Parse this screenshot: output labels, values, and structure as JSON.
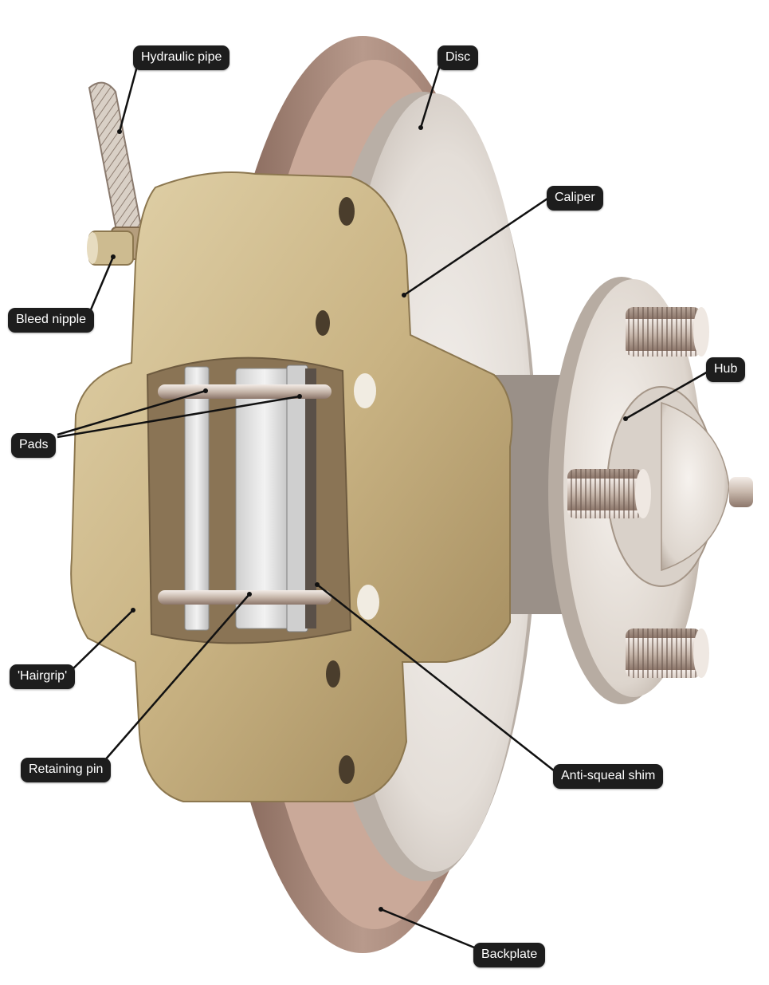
{
  "labels": {
    "hydraulic_pipe": "Hydraulic pipe",
    "disc": "Disc",
    "caliper": "Caliper",
    "bleed_nipple": "Bleed nipple",
    "hub": "Hub",
    "pads": "Pads",
    "hairgrip": "'Hairgrip'",
    "retaining_pin": "Retaining pin",
    "anti_squeal_shim": "Anti-squeal shim",
    "backplate": "Backplate"
  },
  "colors": {
    "caliper": "#cdb88a",
    "caliper_shadow": "#9c8456",
    "disc": "#e6e1db",
    "backplate": "#a9887a",
    "hub": "#e8e2dc",
    "label_bg": "#1d1d1d",
    "label_text": "#ffffff",
    "leader_line": "#111111"
  }
}
